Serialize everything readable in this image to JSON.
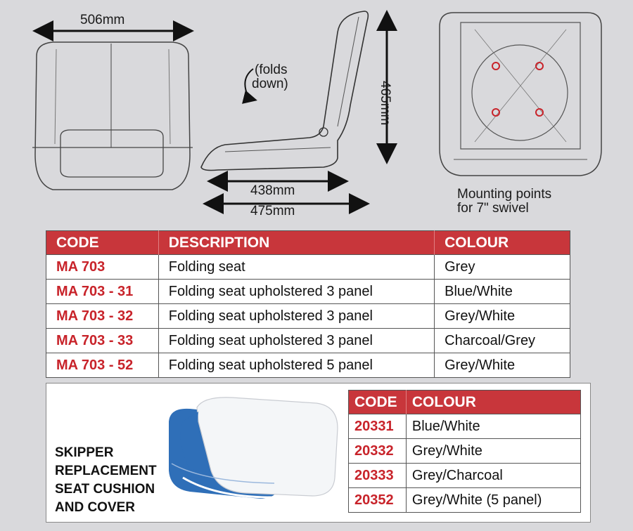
{
  "dimensions": {
    "width": "506mm",
    "height": "465mm",
    "depth_inner": "438mm",
    "depth_outer": "475mm"
  },
  "notes": {
    "folds_line1": "(folds",
    "folds_line2": "down)",
    "mount_line1": "Mounting points",
    "mount_line2": "for 7\" swivel"
  },
  "spec_table": {
    "headers": [
      "CODE",
      "DESCRIPTION",
      "COLOUR"
    ],
    "rows": [
      {
        "code": "MA 703",
        "description": "Folding seat",
        "colour": "Grey"
      },
      {
        "code": "MA 703 - 31",
        "description": "Folding seat upholstered 3 panel",
        "colour": "Blue/White"
      },
      {
        "code": "MA 703 - 32",
        "description": "Folding seat upholstered 3 panel",
        "colour": "Grey/White"
      },
      {
        "code": "MA 703 - 33",
        "description": "Folding seat upholstered 3 panel",
        "colour": "Charcoal/Grey"
      },
      {
        "code": "MA 703 - 52",
        "description": "Folding seat upholstered 5 panel",
        "colour": "Grey/White"
      }
    ]
  },
  "cushion": {
    "title_lines": [
      "SKIPPER",
      "REPLACEMENT",
      "SEAT CUSHION",
      "AND COVER"
    ],
    "headers": [
      "CODE",
      "COLOUR"
    ],
    "rows": [
      {
        "code": "20331",
        "colour": "Blue/White"
      },
      {
        "code": "20332",
        "colour": "Grey/White"
      },
      {
        "code": "20333",
        "colour": "Grey/Charcoal"
      },
      {
        "code": "20352",
        "colour": "Grey/White (5 panel)"
      }
    ]
  },
  "colors": {
    "header_red": "#c8363b",
    "code_red": "#c8232a",
    "cushion_blue": "#2f6fb8"
  }
}
